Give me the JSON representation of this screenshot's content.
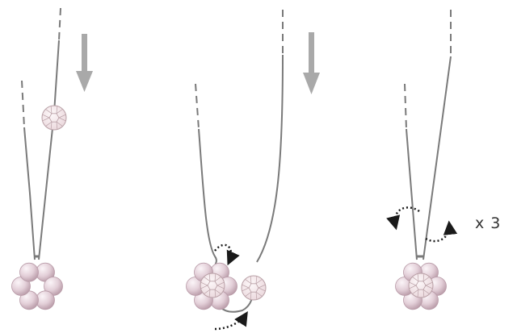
{
  "diagram": {
    "steps": [
      {
        "id": "step-1",
        "beads_in_ring": 6,
        "threaded_crystal": true
      },
      {
        "id": "step-2",
        "beads_in_ring": 6,
        "center_crystal": true,
        "threaded_crystal": true
      },
      {
        "id": "step-3",
        "beads_in_ring": 6,
        "center_crystal": true,
        "twist_arrows": true
      }
    ],
    "repeat_label": "x 3",
    "colors": {
      "thread": "#7a7a7a",
      "pearl": "#e8d7de",
      "pearl_shade": "#b89aa7",
      "crystal": "#f4e7ea",
      "crystal_line": "#b9a0a6",
      "arrow": "#a9a9a9",
      "dotted_arrow": "#1a1a1a"
    }
  }
}
